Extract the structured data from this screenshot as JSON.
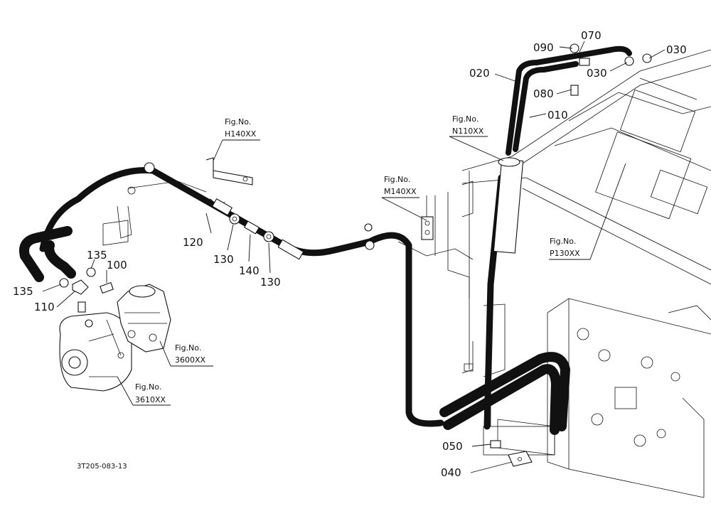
{
  "callouts": [
    {
      "id": "090",
      "label": "090"
    },
    {
      "id": "070",
      "label": "070"
    },
    {
      "id": "030a",
      "label": "030"
    },
    {
      "id": "030b",
      "label": "030"
    },
    {
      "id": "020",
      "label": "020"
    },
    {
      "id": "080",
      "label": "080"
    },
    {
      "id": "010",
      "label": "010"
    },
    {
      "id": "120",
      "label": "120"
    },
    {
      "id": "130a",
      "label": "130"
    },
    {
      "id": "140",
      "label": "140"
    },
    {
      "id": "130b",
      "label": "130"
    },
    {
      "id": "135a",
      "label": "135"
    },
    {
      "id": "100",
      "label": "100"
    },
    {
      "id": "135b",
      "label": "135"
    },
    {
      "id": "110",
      "label": "110"
    },
    {
      "id": "050",
      "label": "050"
    },
    {
      "id": "040",
      "label": "040"
    }
  ],
  "figure_refs": [
    {
      "id": "h140",
      "title": "Fig.No.",
      "code": "H140XX"
    },
    {
      "id": "n110",
      "title": "Fig.No.",
      "code": "N110XX"
    },
    {
      "id": "m140",
      "title": "Fig.No.",
      "code": "M140XX"
    },
    {
      "id": "p130",
      "title": "Fig.No.",
      "code": "P130XX"
    },
    {
      "id": "f3600",
      "title": "Fig.No.",
      "code": "3600XX"
    },
    {
      "id": "f3610",
      "title": "Fig.No.",
      "code": "3610XX"
    }
  ],
  "drawing_code": "3T205-083-13"
}
